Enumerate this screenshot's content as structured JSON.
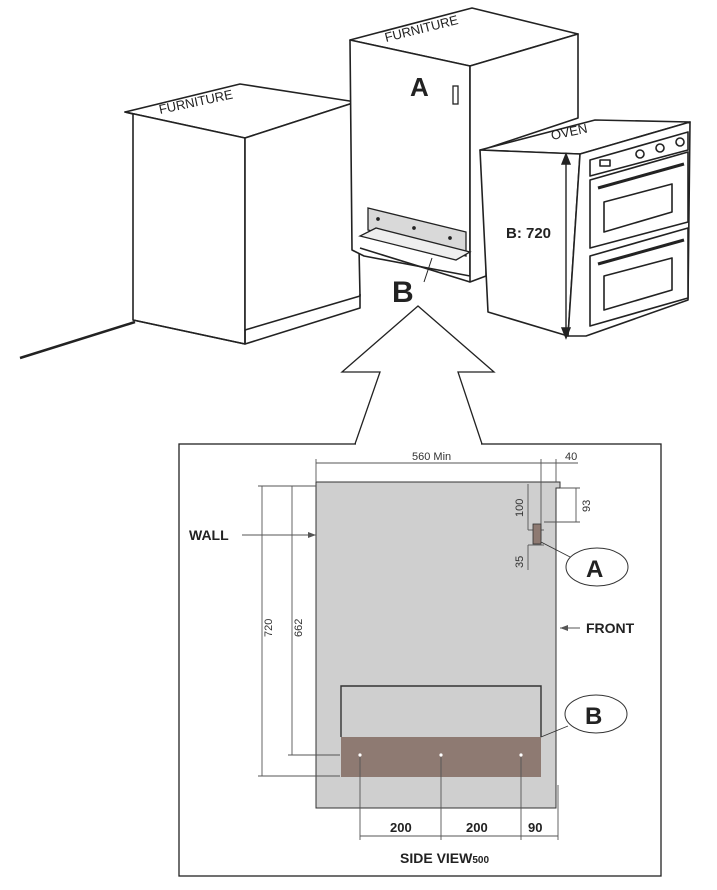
{
  "top_view": {
    "furniture_left_label": "FURNITURE",
    "furniture_right_label": "FURNITURE",
    "oven_label": "OVEN",
    "marker_a": "A",
    "marker_b": "B",
    "height_label": "B: 720"
  },
  "side_view": {
    "wall_label": "WALL",
    "front_label": "FRONT",
    "title": "SIDE VIEW",
    "title_suffix": "500",
    "width_label": "560  Min",
    "dim_40": "40",
    "dim_93": "93",
    "dim_100": "100",
    "dim_35": "35",
    "dim_720": "720",
    "dim_662": "662",
    "dim_200a": "200",
    "dim_200b": "200",
    "dim_90": "90",
    "callout_a": "A",
    "callout_b": "B"
  },
  "colors": {
    "panel_gray": "#cfcfcf",
    "rail_brown": "#8e7a72",
    "line": "#222222"
  }
}
